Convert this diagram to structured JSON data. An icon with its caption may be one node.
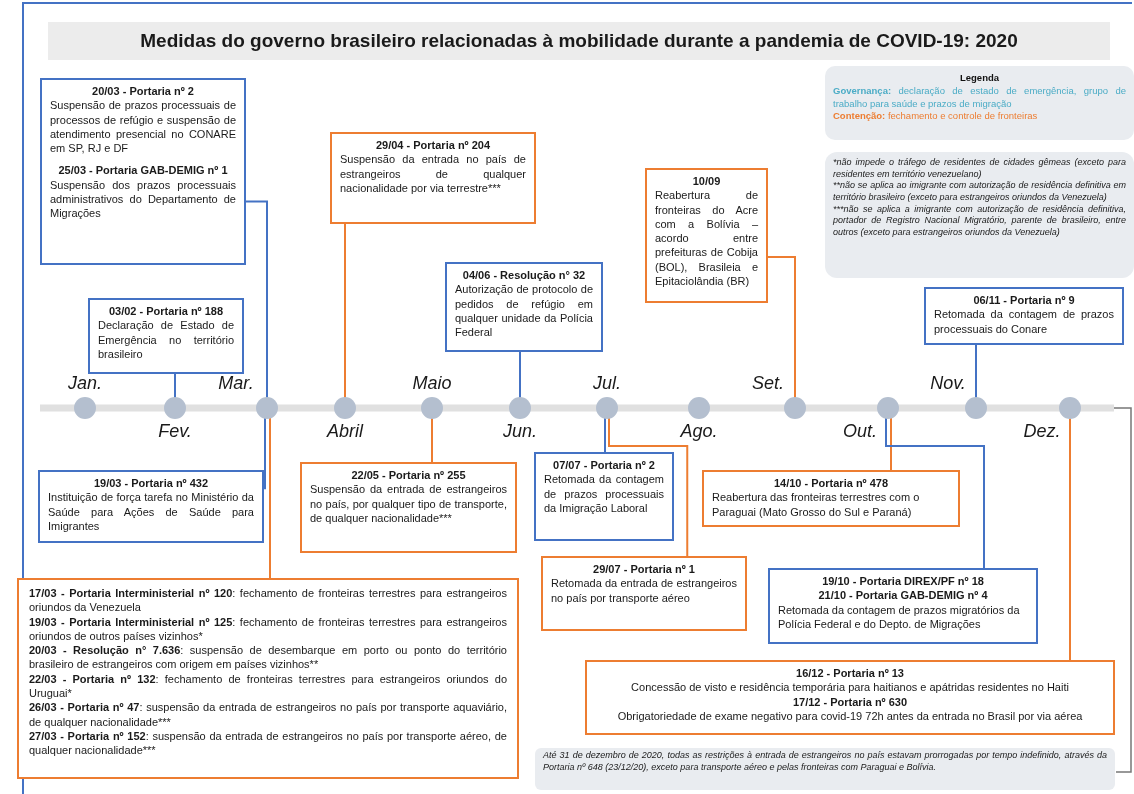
{
  "diagram": {
    "title": "Medidas do governo brasileiro relacionadas à mobilidade durante a pandemia de COVID-19: 2020",
    "nodes": [
      {
        "text": [
          "20/03 - Portaria nº 2",
          "Suspensão de prazos processuais de processos de refúgio e suspensão de atendimento presencial no CONARE em SP, RJ e DF",
          "25/03 - Portaria GAB-DEMIG nº 1",
          "Suspensão dos prazos processuais administrativos do Departamento de Migrações"
        ]
      },
      {
        "text": [
          "29/04 - Portaria nº 204",
          "Suspensão da entrada no país de estrangeiros de qualquer nacionalidade por via terrestre***"
        ]
      },
      {
        "text": [
          "10/09",
          "Reabertura de fronteiras do Acre com a Bolívia – acordo entre prefeituras de Cobija (BOL), Brasileia e Epitaciolândia (BR)"
        ]
      },
      {
        "text": [
          "04/06 - Resolução n° 32",
          "Autorização de protocolo de pedidos de refúgio em qualquer unidade da Polícia Federal"
        ]
      },
      {
        "text": [
          "03/02 - Portaria nº 188",
          "Declaração de Estado de Emergência no território brasileiro"
        ]
      },
      {
        "text": [
          "06/11 - Portaria nº 9",
          "Retomada da contagem de prazos processuais do Conare"
        ]
      },
      {
        "text": [],
        "shape": "circle",
        "beside": [
          "Jan."
        ]
      },
      {
        "text": [],
        "shape": "circle",
        "beside": [
          "Fev."
        ]
      },
      {
        "text": [],
        "shape": "circle",
        "beside": [
          "Mar."
        ]
      },
      {
        "text": [],
        "shape": "circle",
        "beside": [
          "Abril"
        ]
      },
      {
        "text": [],
        "shape": "circle",
        "beside": [
          "Maio"
        ]
      },
      {
        "text": [],
        "shape": "circle",
        "beside": [
          "Jun."
        ]
      },
      {
        "text": [],
        "shape": "circle",
        "beside": [
          "Jul."
        ]
      },
      {
        "text": [],
        "shape": "circle",
        "beside": [
          "Ago."
        ]
      },
      {
        "text": [],
        "shape": "circle",
        "beside": [
          "Set."
        ]
      },
      {
        "text": [],
        "shape": "circle",
        "beside": [
          "Out."
        ]
      },
      {
        "text": [],
        "shape": "circle",
        "beside": [
          "Nov."
        ]
      },
      {
        "text": [],
        "shape": "circle",
        "beside": [
          "Dez."
        ]
      },
      {
        "text": [
          "19/03 - Portaria nº 432",
          "Instituição de força tarefa no Ministério da Saúde para Ações de Saúde para Imigrantes"
        ]
      },
      {
        "text": [
          "22/05 - Portaria nº 255",
          "Suspensão da entrada de estrangeiros no país, por qualquer tipo de transporte, de qualquer nacionalidade***"
        ]
      },
      {
        "text": [
          "07/07 - Portaria nº 2",
          "Retomada da contagem de prazos processuais da Imigração Laboral"
        ]
      },
      {
        "text": [
          "14/10 - Portaria nº 478",
          "Reabertura das fronteiras terrestres com o Paraguai (Mato Grosso do Sul e Paraná)"
        ]
      },
      {
        "text": [
          "29/07 - Portaria nº 1",
          "Retomada da entrada de estrangeiros no país por transporte aéreo"
        ]
      },
      {
        "text": [
          "19/10 - Portaria DIREX/PF nº 18",
          "21/10 - Portaria GAB-DEMIG nº 4",
          "Retomada da contagem de prazos migratórios da Polícia Federal e do Depto. de Migrações"
        ]
      },
      {
        "text": [
          "**17/03 - Portaria Interministerial nº 120**: fechamento de fronteiras terrestres para estrangeiros oriundos da Venezuela",
          "**19/03 - Portaria Interministerial nº 125**: fechamento de fronteiras terrestres para estrangeiros oriundos de outros países vizinhos*",
          "**20/03 - Resolução n° 7.636**: suspensão de desembarque em porto ou ponto do território brasileiro de estrangeiros com origem em países vizinhos**",
          "**22/03 - Portaria nº 132**: fechamento de fronteiras terrestres para estrangeiros oriundos do Uruguai*",
          "**26/03 - Portaria nº 47**: suspensão da entrada de estrangeiros no país por transporte aquaviário, de qualquer nacionalidade***",
          "**27/03 - Portaria nº 152**: suspensão da entrada de estrangeiros no país por transporte aéreo, de qualquer nacionalidade***"
        ]
      },
      {
        "text": [
          "16/12 - Portaria nº 13",
          "Concessão de visto e residência temporária para haitianos e apátridas residentes no Haiti",
          "17/12 - Portaria nº 630",
          "Obrigatoriedade de exame negativo para covid-19 72h antes da entrada no Brasil por via aérea"
        ]
      }
    ],
    "edges": [
      {
        "from": 0,
        "to": 8,
        "arrow": "none",
        "color": "#4472c4"
      },
      {
        "from": 1,
        "to": 9,
        "arrow": "none",
        "color": "#ed7d31"
      },
      {
        "from": 2,
        "to": 14,
        "arrow": "none",
        "color": "#ed7d31"
      },
      {
        "from": 3,
        "to": 11,
        "arrow": "none",
        "color": "#4472c4"
      },
      {
        "from": 4,
        "to": 7,
        "arrow": "none",
        "color": "#4472c4"
      },
      {
        "from": 5,
        "to": 16,
        "arrow": "none",
        "color": "#4472c4"
      },
      {
        "from": 18,
        "to": 8,
        "arrow": "none",
        "color": "#4472c4"
      },
      {
        "from": 24,
        "to": 8,
        "arrow": "none",
        "color": "#ed7d31"
      },
      {
        "from": 19,
        "to": 10,
        "arrow": "none",
        "color": "#ed7d31"
      },
      {
        "from": 20,
        "to": 12,
        "arrow": "none",
        "color": "#4472c4"
      },
      {
        "from": 22,
        "to": 12,
        "arrow": "none",
        "color": "#ed7d31"
      },
      {
        "from": 21,
        "to": 15,
        "arrow": "none",
        "color": "#ed7d31"
      },
      {
        "from": 23,
        "to": 15,
        "arrow": "none",
        "color": "#4472c4"
      },
      {
        "from": 25,
        "to": 17,
        "arrow": "none",
        "color": "#ed7d31"
      }
    ],
    "labels": [
      "Legenda",
      "*não impede o tráfego de residentes de cidades gêmeas (exceto para residentes em território venezuelano)",
      "**não se aplica ao imigrante com autorização de residência definitiva em território brasileiro (exceto para estrangeiros oriundos da Venezuela)",
      "***não se aplica a imigrante com autorização de residência definitiva, portador de Registro Nacional Migratório, parente de brasileiro, entre outros (exceto para estrangeiros oriundos da Venezuela)",
      "Até 31 de dezembro de 2020, todas as restrições à entrada de estrangeiros no país estavam prorrogadas por tempo indefinido, através da Portaria nº 648 (23/12/20), exceto para transporte aéreo e pelas fronteiras com Paraguai e Bolívia."
    ],
    "legend": [
      {
        "text": "**Governança:** declaração de estado de emergência, grupo de trabalho para saúde e prazos de migração",
        "color": "#4bacc6"
      },
      {
        "text": "**Contenção:** fechamento e controle de fronteiras",
        "color": "#ed7d31"
      }
    ]
  }
}
